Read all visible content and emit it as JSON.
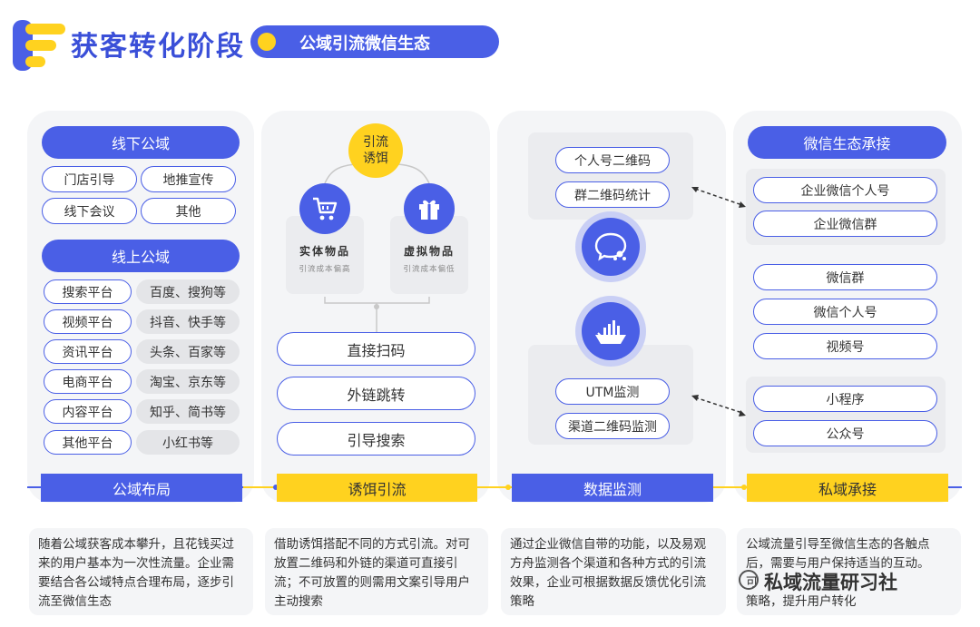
{
  "header": {
    "title": "获客转化阶段",
    "subtitle": "公域引流微信生态"
  },
  "col1": {
    "offline_header": "线下公域",
    "offline_items": [
      "门店引导",
      "地推宣传",
      "线下会议",
      "其他"
    ],
    "online_header": "线上公域",
    "online_rows": [
      {
        "platform": "搜索平台",
        "examples": "百度、搜狗等"
      },
      {
        "platform": "视频平台",
        "examples": "抖音、快手等"
      },
      {
        "platform": "资讯平台",
        "examples": "头条、百家等"
      },
      {
        "platform": "电商平台",
        "examples": "淘宝、京东等"
      },
      {
        "platform": "内容平台",
        "examples": "知乎、简书等"
      },
      {
        "platform": "其他平台",
        "examples": "小红书等"
      }
    ],
    "footer": "公域布局",
    "desc": "随着公域获客成本攀升，且花钱买过来的用户基本为一次性流量。企业需要结合各公域特点合理布局，逐步引流至微信生态"
  },
  "col2": {
    "lure_line1": "引流",
    "lure_line2": "诱饵",
    "physical_title": "实体物品",
    "physical_sub": "引流成本偏高",
    "virtual_title": "虚拟物品",
    "virtual_sub": "引流成本偏低",
    "methods": [
      "直接扫码",
      "外链跳转",
      "引导搜索"
    ],
    "footer": "诱饵引流",
    "desc": "借助诱饵搭配不同的方式引流。对可放置二维码和外链的渠道可直接引流；不可放置的则需用文案引导用户主动搜索"
  },
  "col3": {
    "top_items": [
      "个人号二维码",
      "群二维码统计"
    ],
    "bottom_items": [
      "UTM监测",
      "渠道二维码监测"
    ],
    "footer": "数据监测",
    "desc": "通过企业微信自带的功能，以及易观方舟监测各个渠道和各种方式的引流效果，企业可根据数据反馈优化引流策略"
  },
  "col4": {
    "header": "微信生态承接",
    "group1": [
      "企业微信个人号",
      "企业微信群"
    ],
    "group2": [
      "微信群",
      "微信个人号",
      "视频号"
    ],
    "group3": [
      "小程序",
      "公众号"
    ],
    "footer": "私域承接",
    "desc_line1": "公域流量引导至微信生态的各触点",
    "desc_line2": "后，需要与用户保持适当的互动。",
    "desc_line3a": "可",
    "desc_line4a": "策略，提升用户转化"
  },
  "watermark": "私域流量研习社",
  "colors": {
    "blue": "#4a5fe6",
    "yellow": "#ffd21f",
    "panel": "#f4f5f7"
  }
}
